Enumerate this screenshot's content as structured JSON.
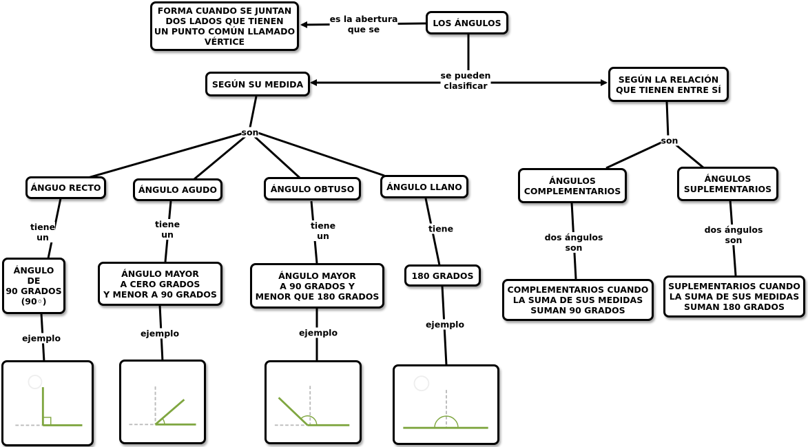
{
  "nodes": {
    "root": "LOS  ÁNGULOS",
    "definition": "FORMA CUANDO SE JUNTAN\nDOS LADOS QUE TIENEN\nUN PUNTO COMÚN LLAMADO\nVÉRTICE",
    "by_measure": "SEGÚN SU MEDIDA",
    "by_relation": "SEGÚN LA RELACIÓN\nQUE TIENEN ENTRE SÍ",
    "right": "ÁNGUO RECTO",
    "acute": "ÁNGULO AGUDO",
    "obtuse": "ÁNGULO OBTUSO",
    "straight": "ÁNGULO LLANO",
    "complementary": "ÁNGULOS\nCOMPLEMENTARIOS",
    "supplementary": "ÁNGULOS\nSUPLEMENTARIOS",
    "right_def": "ÁNGULO\nDE\n90 GRADOS\n(90◦)",
    "acute_def": "ÁNGULO MAYOR\nA CERO GRADOS\nY MENOR A 90 GRADOS",
    "obtuse_def": "ÁNGULO MAYOR\nA 90 GRADOS Y\nMENOR QUE 180 GRADOS",
    "straight_def": "180 GRADOS",
    "complementary_def": "COMPLEMENTARIOS CUANDO\nLA SUMA DE SUS MEDIDAS\nSUMAN 90 GRADOS",
    "supplementary_def": "SUPLEMENTARIOS CUANDO\nLA SUMA DE SUS MEDIDAS\nSUMAN 180 GRADOS"
  },
  "links": {
    "is_opening": "es la abertura\nque se",
    "can_classify": "se pueden\nclasificar",
    "are_left": "son",
    "are_right": "son",
    "has_right": "tiene\nun",
    "has_acute": "tiene\nun",
    "has_obtuse": "tiene\nun",
    "has_straight": "tiene",
    "two_angles_comp": "dos ángulos\nson",
    "two_angles_supp": "dos ángulos\nson",
    "example_right": "ejemplo",
    "example_acute": "ejemplo",
    "example_obtuse": "ejemplo",
    "example_straight": "ejemplo"
  },
  "colors": {
    "angle_line": "#7fa640",
    "guide_line": "#bbbbbb",
    "border": "#000000"
  },
  "examples": [
    {
      "name": "right-angle-example",
      "degrees": 90
    },
    {
      "name": "acute-angle-example",
      "degrees": 40
    },
    {
      "name": "obtuse-angle-example",
      "degrees": 140
    },
    {
      "name": "straight-angle-example",
      "degrees": 180
    }
  ]
}
